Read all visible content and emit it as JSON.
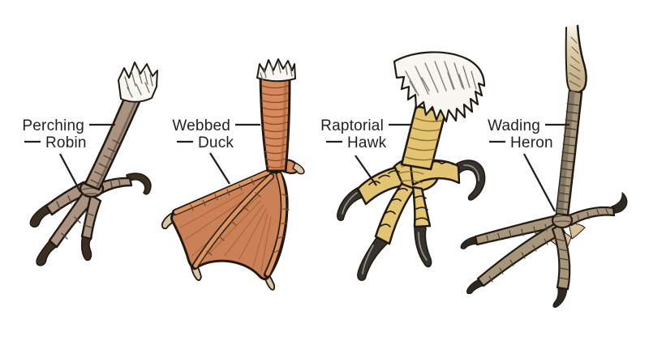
{
  "figure": {
    "background_color": "#ffffff",
    "label_color": "#231f20",
    "outline_color": "#211a12",
    "feather_color": "#f8f6f1",
    "entries": [
      {
        "foot_type": "Perching",
        "bird": "Robin",
        "foot_color": "#ab9382",
        "claw_color": "#3b2f24"
      },
      {
        "foot_type": "Webbed",
        "bird": "Duck",
        "foot_color": "#d6895c",
        "claw_color": "#dcc3a4",
        "web_color": "#cb8157"
      },
      {
        "foot_type": "Raptorial",
        "bird": "Hawk",
        "foot_color": "#e3c472",
        "claw_color": "#36322e"
      },
      {
        "foot_type": "Wading",
        "bird": "Heron",
        "foot_color": "#a8967c",
        "claw_color": "#2e2822",
        "web_color": "#d7bf97"
      }
    ]
  }
}
